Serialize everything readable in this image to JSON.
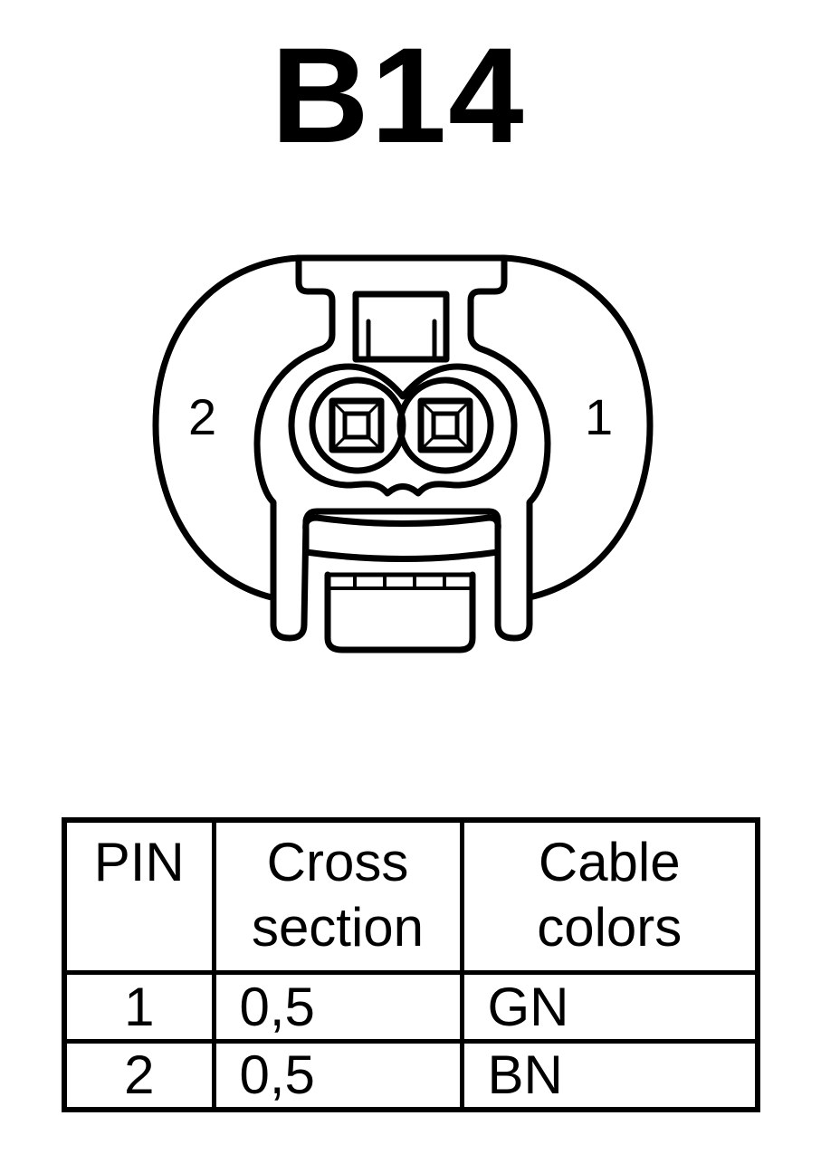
{
  "title": "B14",
  "connector": {
    "pin_labels": [
      "2",
      "1"
    ],
    "line_color": "#000000",
    "fill_color": "#ffffff"
  },
  "table": {
    "headers": [
      [
        "PIN"
      ],
      [
        "Cross",
        "section"
      ],
      [
        "Cable",
        "colors"
      ]
    ],
    "rows": [
      {
        "pin": "1",
        "cross_section": "0,5",
        "cable_color": "GN"
      },
      {
        "pin": "2",
        "cross_section": "0,5",
        "cable_color": "BN"
      }
    ]
  }
}
